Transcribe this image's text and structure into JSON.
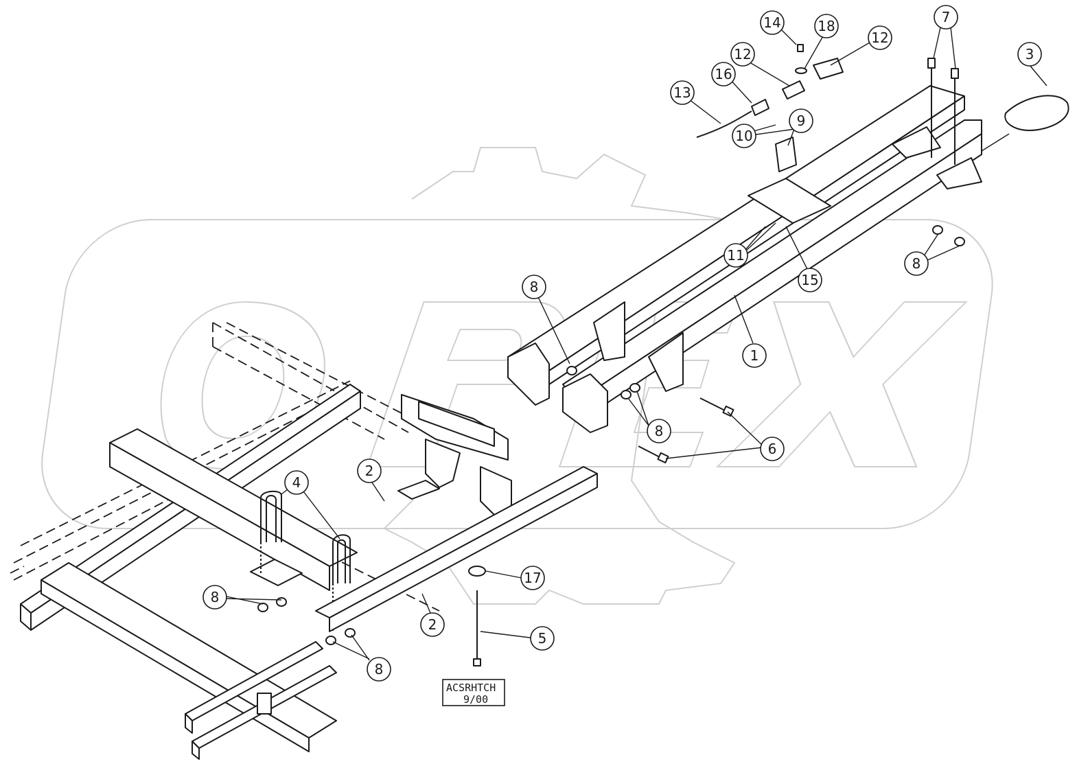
{
  "watermark": {
    "text": "OPEX",
    "color": "#cfcfcf"
  },
  "drawing_code": {
    "line1": "ACSRHTCH",
    "line2": "9/00"
  },
  "callouts": [
    {
      "label": "1"
    },
    {
      "label": "2"
    },
    {
      "label": "2"
    },
    {
      "label": "3"
    },
    {
      "label": "4"
    },
    {
      "label": "5"
    },
    {
      "label": "6"
    },
    {
      "label": "7"
    },
    {
      "label": "8"
    },
    {
      "label": "8"
    },
    {
      "label": "8"
    },
    {
      "label": "8"
    },
    {
      "label": "8"
    },
    {
      "label": "9"
    },
    {
      "label": "10"
    },
    {
      "label": "11"
    },
    {
      "label": "12"
    },
    {
      "label": "12"
    },
    {
      "label": "13"
    },
    {
      "label": "14"
    },
    {
      "label": "15"
    },
    {
      "label": "16"
    },
    {
      "label": "17"
    },
    {
      "label": "18"
    }
  ]
}
